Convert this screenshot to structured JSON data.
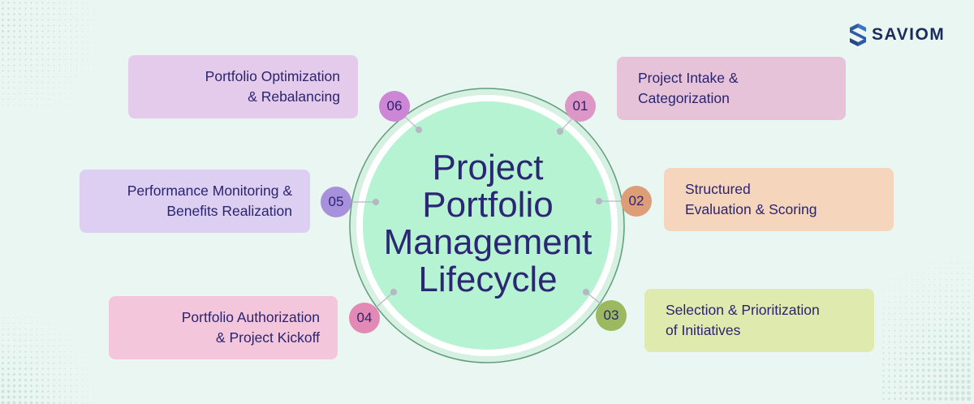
{
  "brand": {
    "name": "SAVIOM"
  },
  "center": {
    "line1": "Project",
    "line2": "Portfolio",
    "line3": "Management",
    "line4": "Lifecycle"
  },
  "stages": [
    {
      "number": "01",
      "line1": "Project Intake &",
      "line2": "Categorization"
    },
    {
      "number": "02",
      "line1": "Structured",
      "line2": "Evaluation & Scoring"
    },
    {
      "number": "03",
      "line1": "Selection & Prioritization",
      "line2": "of Initiatives"
    },
    {
      "number": "04",
      "line1": "Portfolio Authorization",
      "line2": "& Project Kickoff"
    },
    {
      "number": "05",
      "line1": "Performance Monitoring &",
      "line2": "Benefits Realization"
    },
    {
      "number": "06",
      "line1": "Portfolio Optimization",
      "line2": "& Rebalancing"
    }
  ],
  "colors": {
    "background": "#eaf6f1",
    "circle_fill": "#b6f3d2",
    "text": "#2a2470",
    "brand": "#1d2b5c"
  }
}
